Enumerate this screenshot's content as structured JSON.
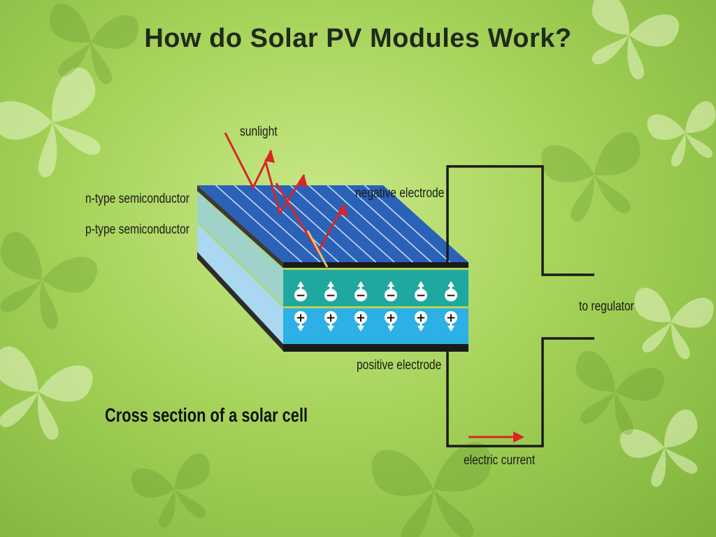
{
  "title": "How do Solar PV Modules Work?",
  "labels": {
    "sunlight": "sunlight",
    "n_type": "n-type semiconductor",
    "p_type": "p-type semiconductor",
    "negative_electrode": "negative electrode",
    "positive_electrode": "positive electrode",
    "to_regulator": "to regulator",
    "electric_current": "electric current"
  },
  "caption": "Cross section of a solar cell",
  "charges": {
    "n_layer_sign": "−",
    "p_layer_sign": "+",
    "count": 6
  },
  "colors": {
    "top_surface": "#2a62b8",
    "n_layer_front": "#1fa8a0",
    "p_layer_front": "#2db0e6",
    "n_layer_side": "#9fd3c9",
    "p_layer_side": "#a9d8f0",
    "arrow_red": "#d92525",
    "wire": "#1a1a1a"
  }
}
